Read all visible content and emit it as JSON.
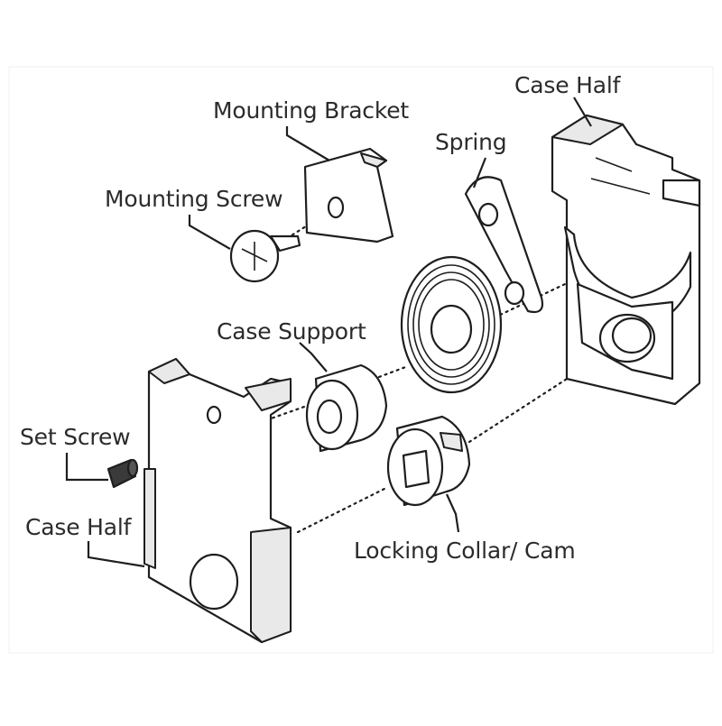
{
  "labels": {
    "case_half_top": "Case Half",
    "mounting_bracket": "Mounting Bracket",
    "spring": "Spring",
    "mounting_screw": "Mounting Screw",
    "case_support": "Case Support",
    "set_screw": "Set Screw",
    "case_half_bottom": "Case Half",
    "locking_collar": "Locking Collar/ Cam"
  }
}
